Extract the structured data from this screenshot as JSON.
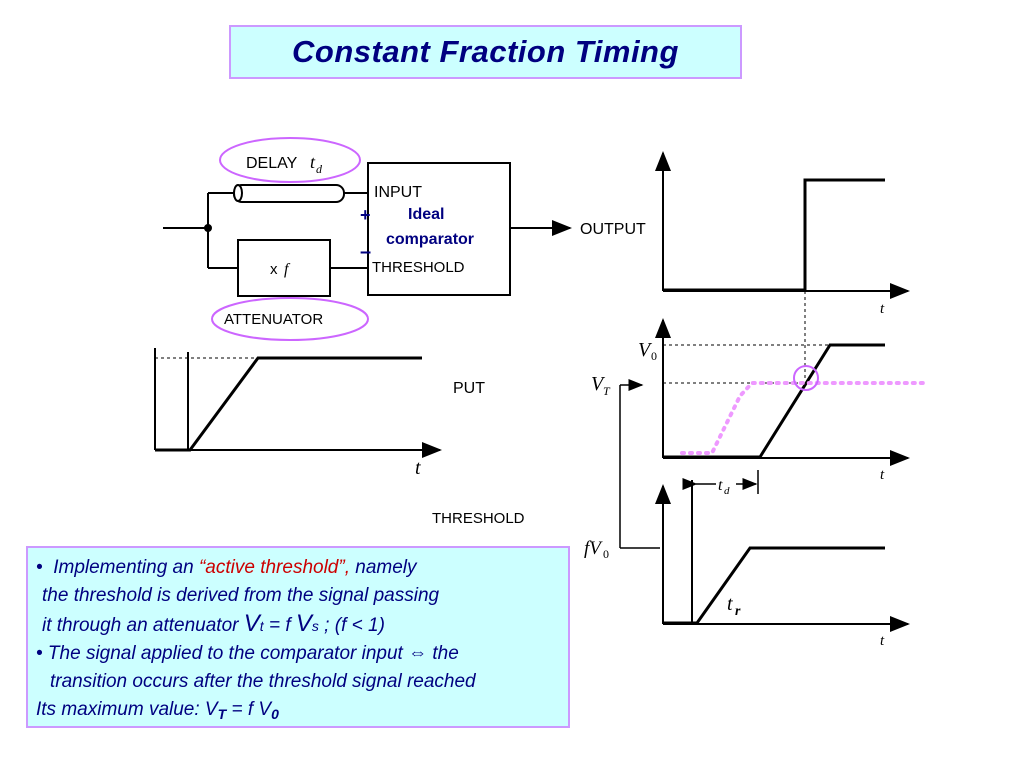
{
  "title": "Constant  Fraction  Timing",
  "circuit": {
    "delay_label": "DELAY",
    "delay_var": "t",
    "delay_sub": "d",
    "attenuator_label": "ATTENUATOR",
    "attenuator_box": "x",
    "attenuator_var": "f",
    "input_label": "INPUT",
    "threshold_label": "THRESHOLD",
    "plus": "+",
    "minus": "–",
    "comparator_line1": "Ideal",
    "comparator_line2": "comparator",
    "output_label": "OUTPUT"
  },
  "left_plot": {
    "t_label": "t",
    "input_partial": "PUT",
    "threshold_label": "THRESHOLD"
  },
  "right_plots": {
    "t_label": "t",
    "v0_label": "V",
    "v0_sub": "0",
    "vt_label": "V",
    "vt_sub": "T",
    "td_label": "t",
    "td_sub": "d",
    "fv0_label": "fV",
    "fv0_sub": "0",
    "tr_label": "t",
    "tr_sub": "r"
  },
  "notes": {
    "l1_bullet": "•",
    "l1_a": "Implementing an ",
    "l1_b": "“active threshold”,",
    "l1_c": " namely",
    "l2": "the threshold is derived from the signal passing",
    "l3_a": "it through an attenuator ",
    "l3_v": "V",
    "l3_t": "t",
    "l3_eq": " = f ",
    "l3_v2": "V",
    "l3_s": "s",
    "l3_end": " ;  (f < 1)",
    "l4": "• The signal applied to the comparator input ⇔ the",
    "l5": "transition occurs after the threshold signal reached",
    "l6_a": "Its maximum value:  V",
    "l6_t": "T",
    "l6_b": " = f V",
    "l6_0": "0"
  },
  "colors": {
    "title_bg": "#ccffff",
    "border": "#cc99ff",
    "navy": "#000080",
    "red": "#cc0000",
    "highlight": "#cc66ff",
    "dotted": "#ee99ff"
  }
}
